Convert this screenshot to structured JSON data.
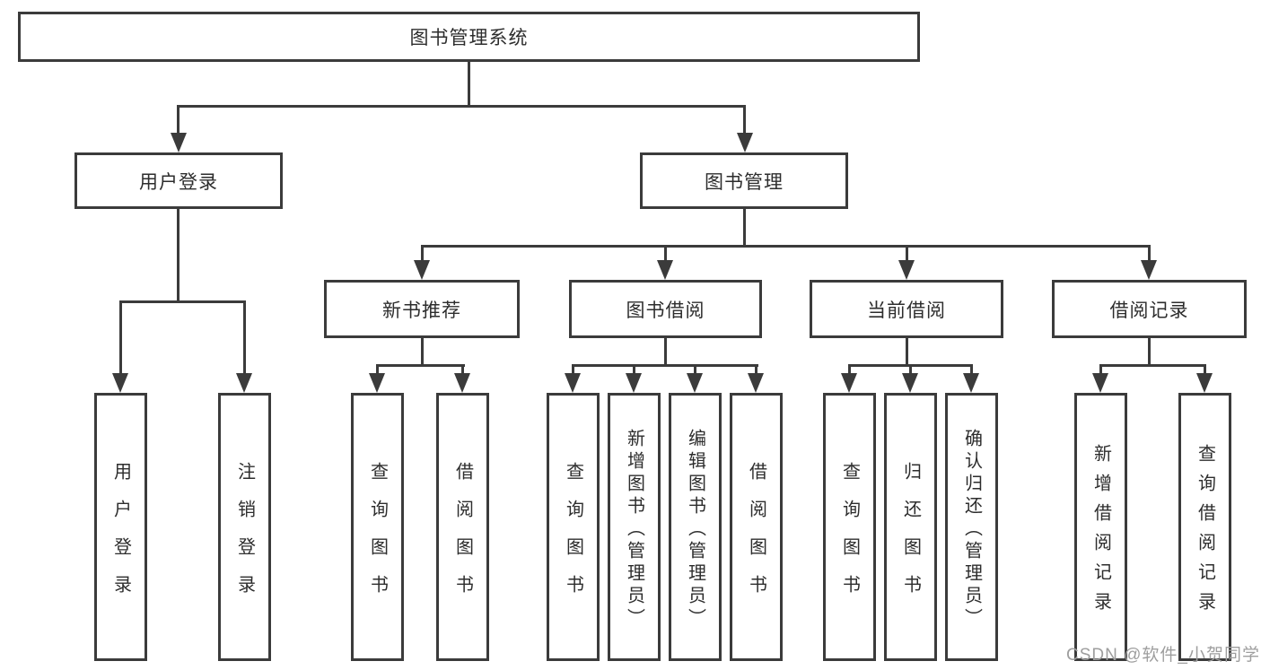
{
  "diagram": {
    "root": {
      "label": "图书管理系统"
    },
    "branches": [
      {
        "label": "用户登录",
        "children": [
          {
            "label": "用户登录"
          },
          {
            "label": "注销登录"
          }
        ]
      },
      {
        "label": "图书管理",
        "children": [
          {
            "label": "新书推荐",
            "children": [
              {
                "label": "查询图书"
              },
              {
                "label": "借阅图书"
              }
            ]
          },
          {
            "label": "图书借阅",
            "children": [
              {
                "label": "查询图书"
              },
              {
                "label": "新增图书（管理员）"
              },
              {
                "label": "编辑图书（管理员）"
              },
              {
                "label": "借阅图书"
              }
            ]
          },
          {
            "label": "当前借阅",
            "children": [
              {
                "label": "查询图书"
              },
              {
                "label": "归还图书"
              },
              {
                "label": "确认归还（管理员）"
              }
            ]
          },
          {
            "label": "借阅记录",
            "children": [
              {
                "label": "新增借阅记录"
              },
              {
                "label": "查询借阅记录"
              }
            ]
          }
        ]
      }
    ]
  },
  "watermark": {
    "label": "CSDN @软件_小贺同学"
  },
  "colors": {
    "line": "#3b3b3b",
    "text": "#2d2d2d",
    "watermark_text": "#9e9e9e",
    "background": "#ffffff"
  }
}
